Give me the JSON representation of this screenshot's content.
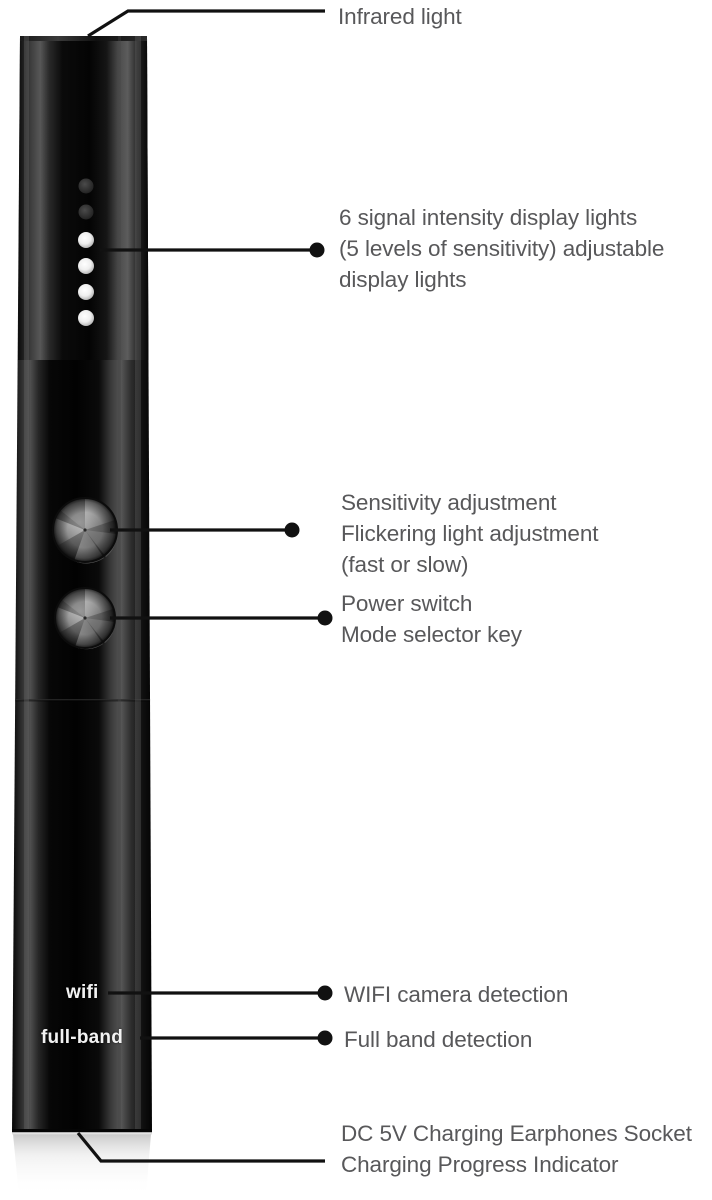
{
  "figure": {
    "title": "Anti-spy detector device annotated diagram",
    "background_color": "#ffffff",
    "text_color": "#58585a",
    "leader_color": "#111111",
    "device_body_color": "#0a0a0a",
    "device_highlight_color": "#4a4a4a",
    "label_text_color": "#f2f2f2"
  },
  "device": {
    "name": "handheld-rf-detector",
    "indicator_lights": {
      "count": 6,
      "on_color": "#f5f5f5",
      "off_color": "#3a3a3a",
      "states": [
        "off",
        "off",
        "on",
        "on",
        "on",
        "on"
      ]
    },
    "buttons": [
      {
        "name": "sensitivity-button",
        "finish": "brushed-metal"
      },
      {
        "name": "power-button",
        "finish": "brushed-metal"
      }
    ],
    "printed_labels": {
      "wifi": "wifi",
      "full_band": "full-band"
    }
  },
  "callouts": {
    "infrared": {
      "lines": [
        "Infrared light"
      ]
    },
    "signal_lights": {
      "lines": [
        "6 signal intensity display lights",
        "(5 levels of sensitivity) adjustable",
        "display lights"
      ]
    },
    "sensitivity": {
      "lines": [
        "Sensitivity adjustment",
        "Flickering light adjustment",
        "(fast or slow)"
      ]
    },
    "power": {
      "lines": [
        "Power switch",
        "Mode selector key"
      ]
    },
    "wifi_detection": {
      "lines": [
        "WIFI camera detection"
      ]
    },
    "full_band_detection": {
      "lines": [
        "Full band detection"
      ]
    },
    "charging": {
      "lines": [
        "DC 5V Charging Earphones Socket",
        "Charging Progress Indicator"
      ]
    }
  }
}
